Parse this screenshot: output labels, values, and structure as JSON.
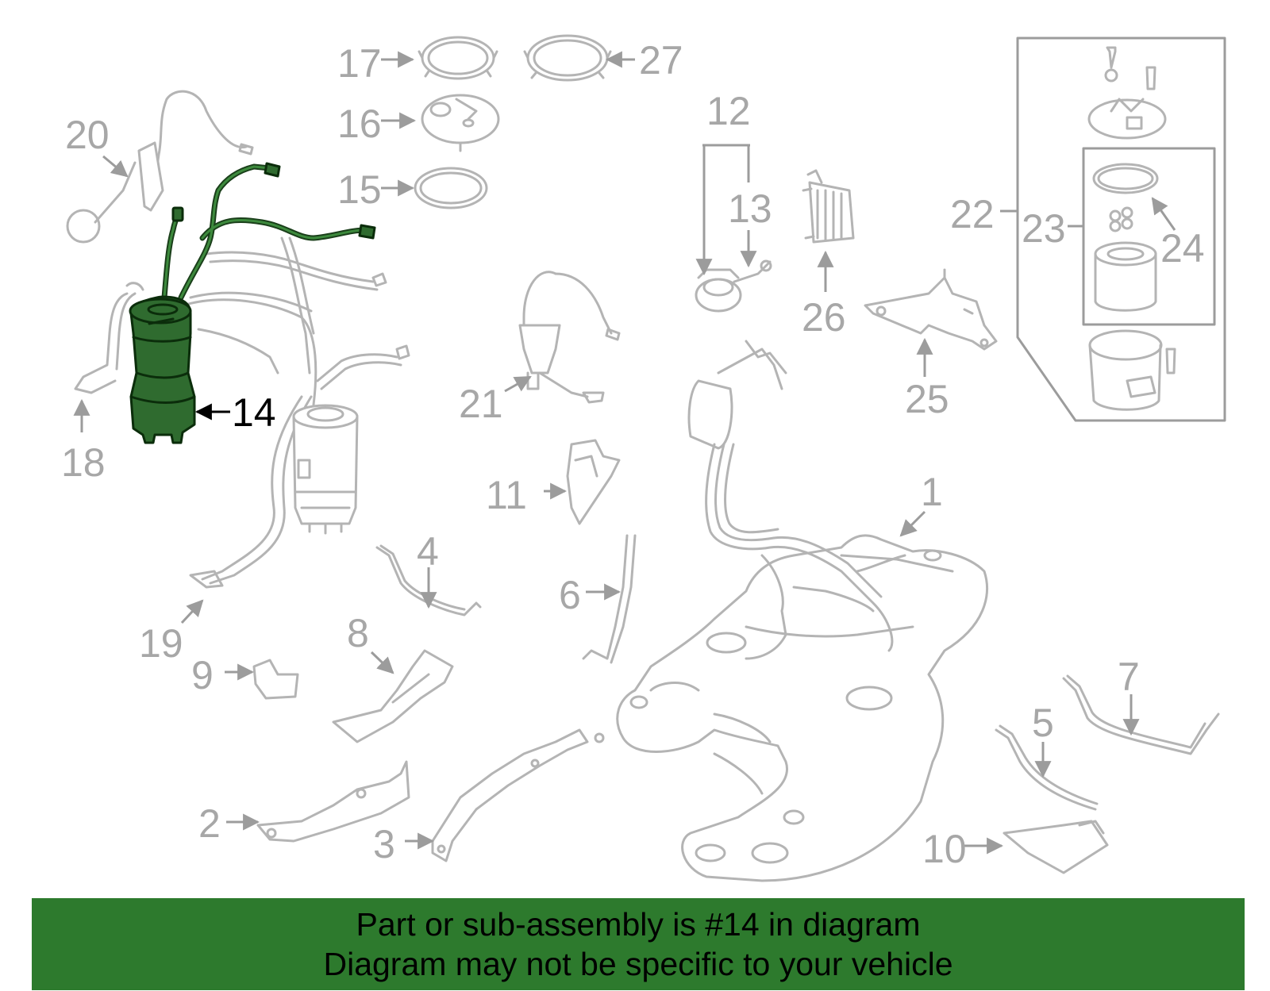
{
  "diagram": {
    "highlighted_part": "14",
    "highlight_color": "#2d7a2d",
    "callouts": [
      "1",
      "2",
      "3",
      "4",
      "5",
      "6",
      "7",
      "8",
      "9",
      "10",
      "11",
      "12",
      "13",
      "14",
      "15",
      "16",
      "17",
      "18",
      "19",
      "20",
      "21",
      "22",
      "23",
      "24",
      "25",
      "26",
      "27"
    ]
  },
  "banner": {
    "line1": "Part or sub-assembly is #14 in diagram",
    "line2": "Diagram may not be specific to your vehicle",
    "background": "#2d7a2d"
  }
}
